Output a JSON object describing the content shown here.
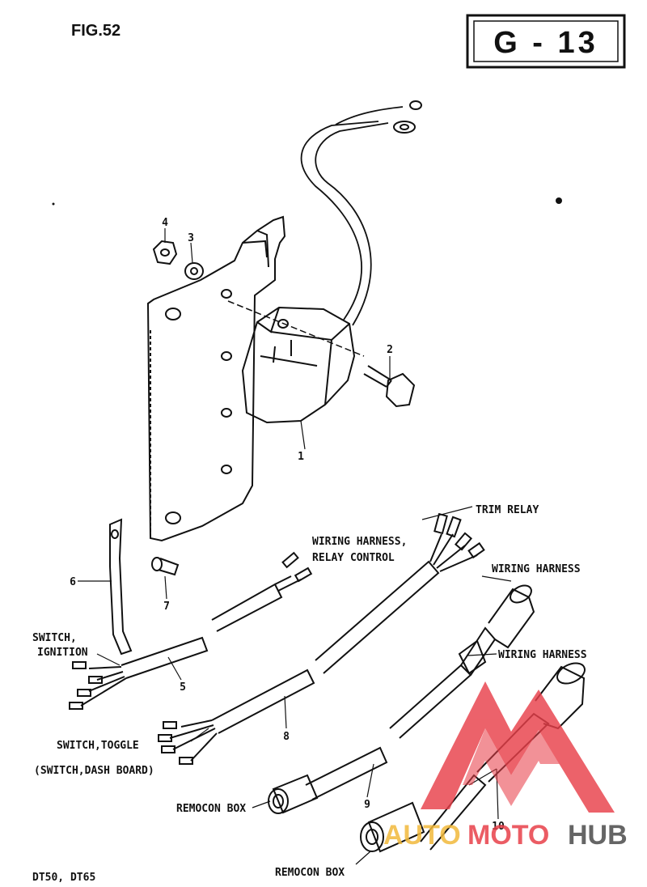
{
  "figure": {
    "label": "FIG.52",
    "code": "G - 13",
    "models": "DT50, DT65"
  },
  "parts": [
    {
      "no": "1"
    },
    {
      "no": "2"
    },
    {
      "no": "3"
    },
    {
      "no": "4"
    },
    {
      "no": "5"
    },
    {
      "no": "6"
    },
    {
      "no": "7"
    },
    {
      "no": "8"
    },
    {
      "no": "9"
    },
    {
      "no": "10"
    }
  ],
  "callouts": {
    "trim_relay": "TRIM RELAY",
    "harness_relay_line1": "WIRING HARNESS,",
    "harness_relay_line2": "RELAY CONTROL",
    "wiring_harness_a": "WIRING HARNESS",
    "wiring_harness_b": "WIRING HARNESS",
    "switch_ignition_line1": "SWITCH,",
    "switch_ignition_line2": "IGNITION",
    "switch_toggle": "SWITCH,TOGGLE",
    "switch_dash": "(SWITCH,DASH BOARD)",
    "remocon_box_a": "REMOCON BOX",
    "remocon_box_b": "REMOCON BOX"
  },
  "watermark": {
    "part1": "AUTO",
    "part2": "MOTO",
    "part3": "HUB"
  },
  "colors": {
    "line": "#111111",
    "wm_red": "#e8404a",
    "wm_gold": "#f2b93b",
    "wm_gray": "#555555"
  }
}
